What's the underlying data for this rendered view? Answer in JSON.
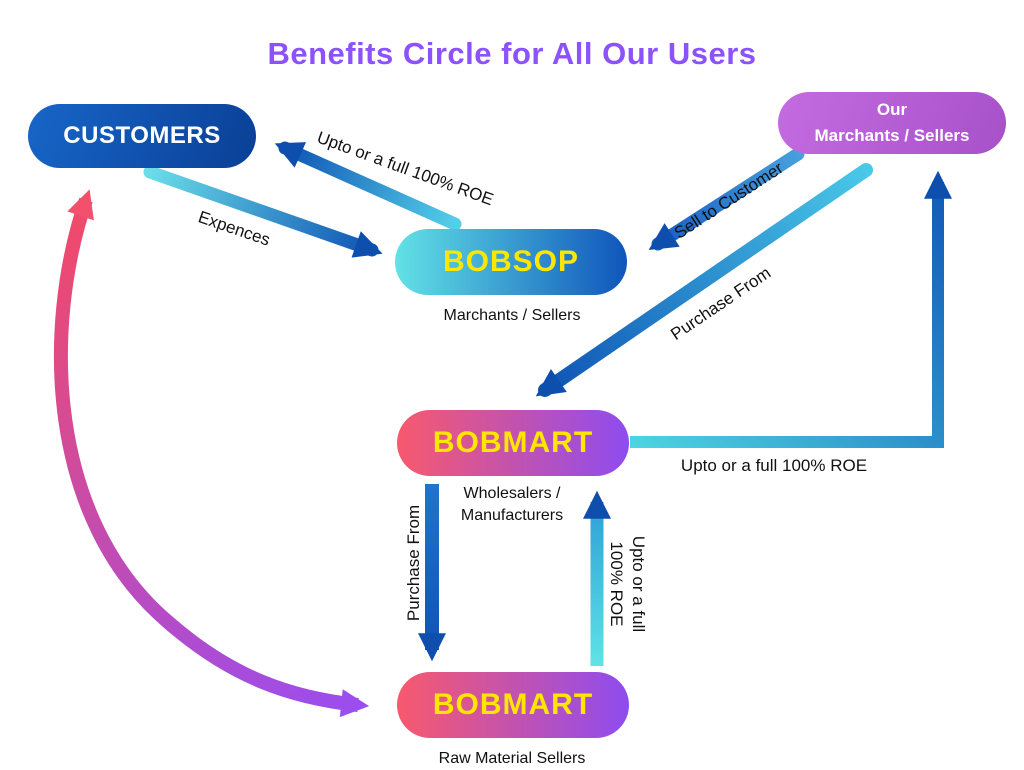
{
  "title": "Benefits Circle for All Our Users",
  "nodes": {
    "customers": {
      "label": "CUSTOMERS"
    },
    "merchants": {
      "line1": "Our",
      "line2": "Marchants / Sellers"
    },
    "bobsop": {
      "label": "BOBSOP",
      "subtitle": "Marchants / Sellers"
    },
    "bobmart_mid": {
      "label": "BOBMART",
      "subtitle1": "Wholesalers /",
      "subtitle2": "Manufacturers"
    },
    "bobmart_bottom": {
      "label": "BOBMART",
      "subtitle": "Raw Material Sellers"
    }
  },
  "edges": {
    "roe_to_customers": "Upto or a full  100% ROE",
    "expenses": "Expences",
    "sell_to_customer": "Sell to Customer",
    "purchase_from_merchants": "Purchase From",
    "roe_to_merchants": "Upto or a full  100% ROE",
    "purchase_from_raw": "Purchase From",
    "roe_to_bobmart_line1": "Upto or a full",
    "roe_to_bobmart_line2": "100% ROE"
  },
  "colors": {
    "title_purple": "#8c52ff",
    "customers_blue": "#0a3f96",
    "merchants_purple": "#b15bd4",
    "arrow_cyan": "#55dde4",
    "arrow_deep_blue": "#0f54b4",
    "bobmart_pink": "#f8596d",
    "bobmart_purple": "#8e4cf0",
    "node_label_yellow": "#ffe600",
    "curve_red": "#f24a68",
    "curve_purple": "#9b4dee"
  }
}
